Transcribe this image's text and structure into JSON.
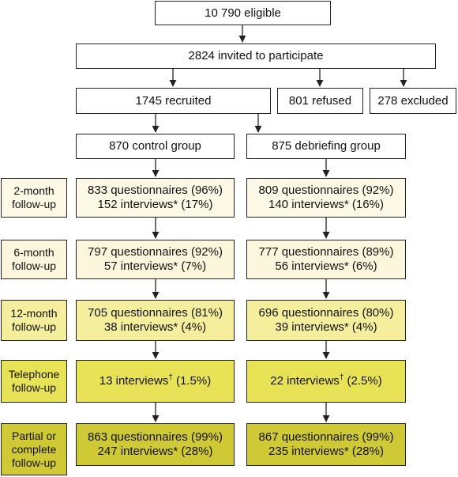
{
  "colors": {
    "stage_2m": "#fdf9e6",
    "stage_6m": "#fcf6dc",
    "stage_12m": "#f5ee9c",
    "stage_tel": "#e8e256",
    "stage_final": "#cfc936",
    "border": "#222222"
  },
  "top": {
    "eligible": "10 790 eligible",
    "invited": "2824 invited to participate",
    "recruited": "1745 recruited",
    "refused": "801 refused",
    "excluded": "278 excluded"
  },
  "groups": {
    "control": "870 control group",
    "debriefing": "875 debriefing group"
  },
  "stages": [
    {
      "label_line1": "2-month",
      "label_line2": "follow-up",
      "control_line1": "833 questionnaires (96%)",
      "control_line2": "152 interviews* (17%)",
      "debrief_line1": "809 questionnaires (92%)",
      "debrief_line2": "140 interviews* (16%)"
    },
    {
      "label_line1": "6-month",
      "label_line2": "follow-up",
      "control_line1": "797 questionnaires (92%)",
      "control_line2": "57 interviews* (7%)",
      "debrief_line1": "777 questionnaires (89%)",
      "debrief_line2": "56 interviews* (6%)"
    },
    {
      "label_line1": "12-month",
      "label_line2": "follow-up",
      "control_line1": "705 questionnaires (81%)",
      "control_line2": "38 interviews* (4%)",
      "debrief_line1": "696 questionnaires (80%)",
      "debrief_line2": "39 interviews* (4%)"
    },
    {
      "label_line1": "Telephone",
      "label_line2": "follow-up",
      "control_pre": "13 interviews",
      "control_sup": "†",
      "control_post": " (1.5%)",
      "debrief_pre": "22 interviews",
      "debrief_sup": "†",
      "debrief_post": " (2.5%)"
    },
    {
      "label_line1": "Partial or",
      "label_line2": "complete",
      "label_line3": "follow-up",
      "control_line1": "863 questionnaires (99%)",
      "control_line2": "247 interviews* (28%)",
      "debrief_line1": "867 questionnaires (99%)",
      "debrief_line2": "235 interviews* (28%)"
    }
  ]
}
